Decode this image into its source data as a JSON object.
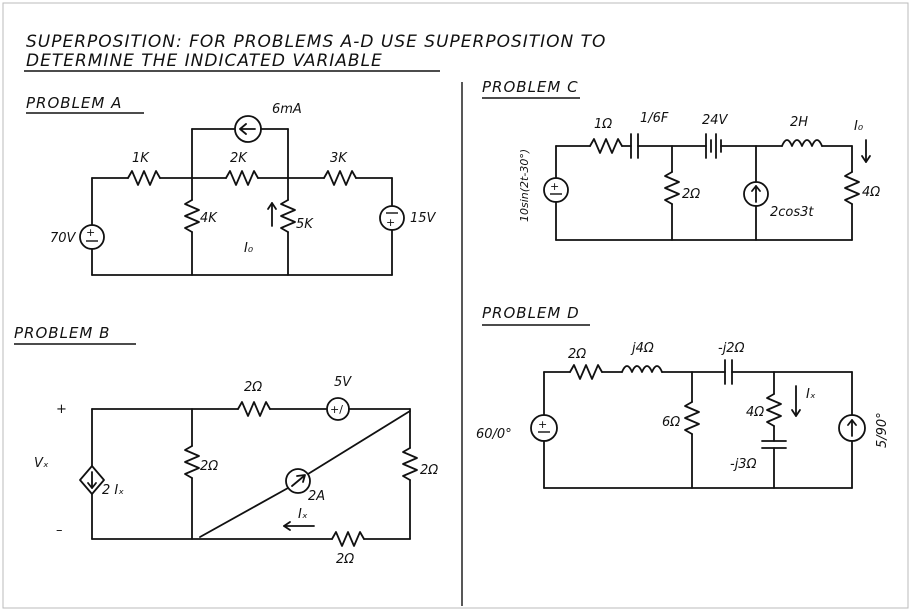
{
  "title": {
    "line1": "SUPERPOSITION: FOR PROBLEMS A-D USE SUPERPOSITION TO",
    "line2": "DETERMINE THE INDICATED VARIABLE"
  },
  "problem_a": {
    "heading": "PROBLEM A",
    "current_source": "6mA",
    "r_top_left": "1K",
    "r_top_mid": "2K",
    "r_top_right": "3K",
    "r_shunt_left": "4K",
    "r_shunt_right": "5K",
    "v_left": "70V",
    "v_right": "15V",
    "output": "I₀"
  },
  "problem_b": {
    "heading": "PROBLEM B",
    "r_top": "2Ω",
    "v_source": "5V",
    "plus": "+",
    "vx": "Vₓ",
    "minus": "–",
    "dep_source": "2 Iₓ",
    "r_shunt": "2Ω",
    "i_source": "2A",
    "ix": "Iₓ",
    "r_right": "2Ω",
    "r_bottom": "2Ω"
  },
  "problem_c": {
    "heading": "PROBLEM C",
    "v_source": "10sin(2t-30°)",
    "r1": "1Ω",
    "c1": "1/6F",
    "v_dc": "24V",
    "l1": "2H",
    "output": "I₀",
    "r_shunt": "2Ω",
    "i_source": "2cos3t",
    "r_load": "4Ω"
  },
  "problem_d": {
    "heading": "PROBLEM D",
    "r1": "2Ω",
    "l1": "j4Ω",
    "c1": "-j2Ω",
    "v_source": "60/0°",
    "r_shunt": "6Ω",
    "r_branch": "4Ω",
    "c_branch": "-j3Ω",
    "ix": "Iₓ",
    "i_source": "5/90°"
  }
}
